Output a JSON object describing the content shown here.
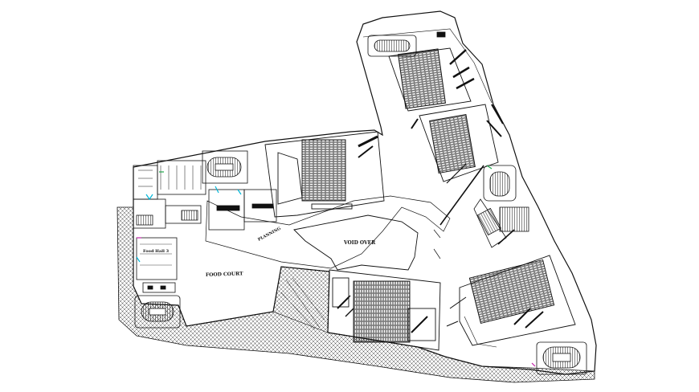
{
  "labels": {
    "food_court": "FOOD COURT",
    "void_over": "VOID OVER",
    "food_hall": "Food Hall 3",
    "corridor": "PLANNING"
  },
  "colors": {
    "line": "#111111",
    "hatch": "#4a4a4a",
    "accent_cyan": "#00b7d9",
    "accent_green": "#1fa64a",
    "accent_magenta": "#c21fa8"
  }
}
